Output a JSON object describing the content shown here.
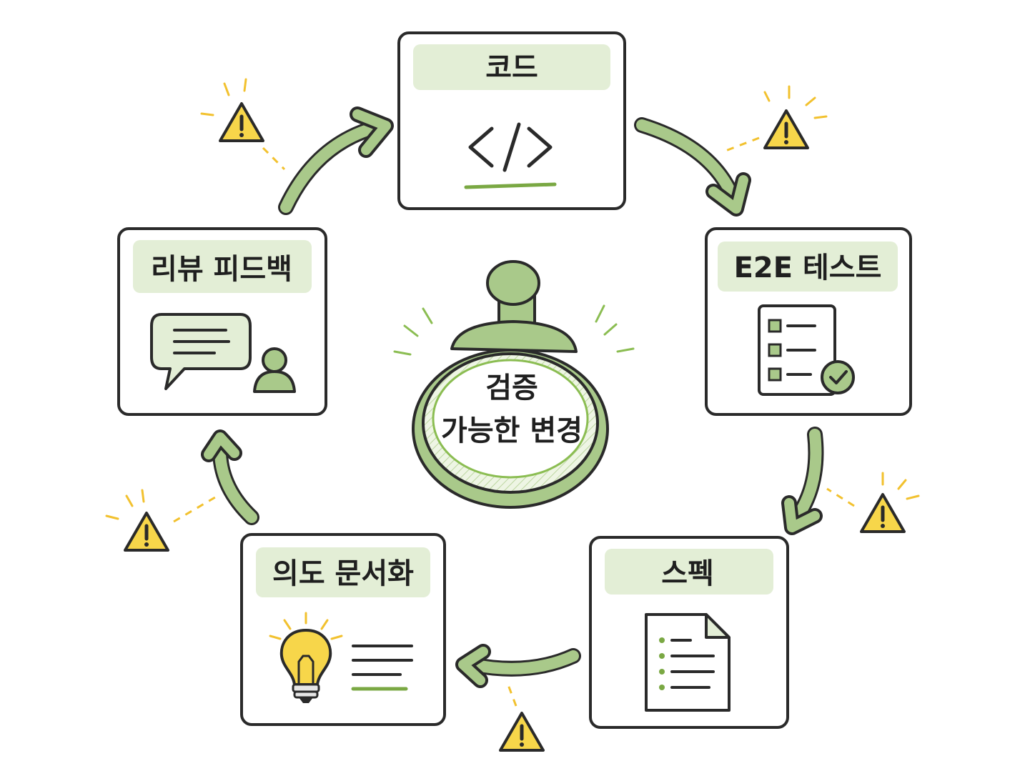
{
  "center": {
    "line1": "검증",
    "line2": "가능한 변경"
  },
  "cards": [
    {
      "id": "code",
      "label": "코드",
      "icon": "code-brackets-icon"
    },
    {
      "id": "e2e",
      "label": "E2E 테스트",
      "icon": "checklist-icon"
    },
    {
      "id": "spec",
      "label": "스펙",
      "icon": "document-icon"
    },
    {
      "id": "intent",
      "label": "의도 문서화",
      "icon": "lightbulb-icon"
    },
    {
      "id": "review",
      "label": "리뷰 피드백",
      "icon": "speech-bubble-icon"
    }
  ],
  "colors": {
    "accent_green": "#a9c98a",
    "light_green": "#e3eed6",
    "dark_green": "#6f9a45",
    "warning_yellow": "#f7d64a",
    "outline": "#1f1f1f"
  }
}
